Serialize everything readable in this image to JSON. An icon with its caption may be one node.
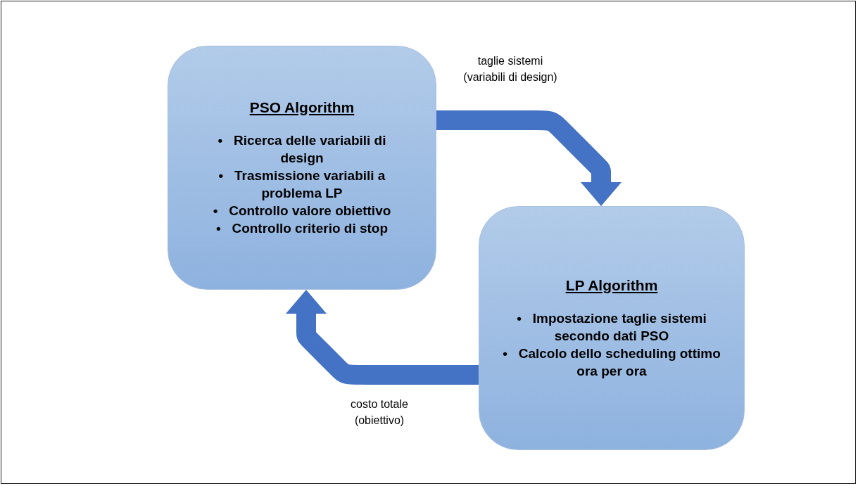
{
  "diagram": {
    "nodes": [
      {
        "text": [
          "PSO Algorithm",
          "•   Ricerca delle variabili di design",
          "•   Trasmissione variabili a problema LP",
          "•   Controllo valore obiettivo",
          "•   Controllo criterio di stop"
        ]
      },
      {
        "text": [
          "LP Algorithm",
          "•   Impostazione taglie sistemi secondo dati PSO",
          "•   Calcolo dello scheduling ottimo ora per ora"
        ]
      }
    ],
    "edges": [
      {
        "from": 0,
        "to": 1,
        "arrow": "to",
        "label": "taglie sistemi (variabili di design)"
      },
      {
        "from": 1,
        "to": 0,
        "arrow": "to",
        "label": "costo totale (obiettivo)"
      }
    ]
  }
}
